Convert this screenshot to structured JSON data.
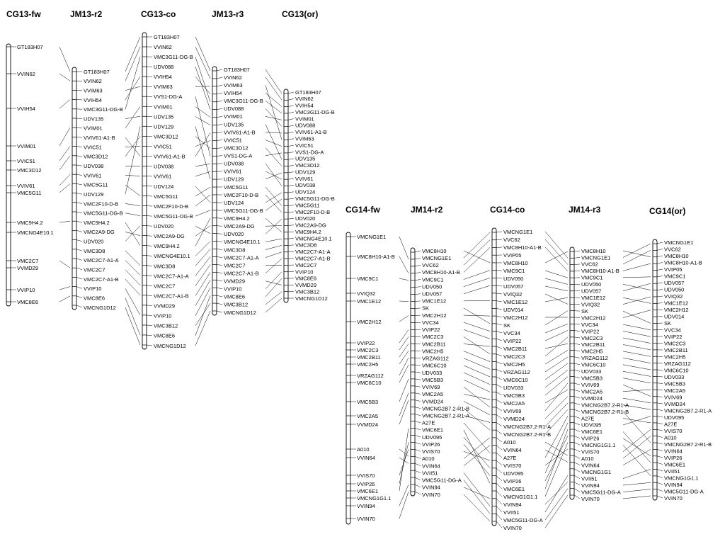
{
  "map": {
    "groups": [
      {
        "id": "lg13",
        "chromosomes": [
          {
            "title": "CG13-fw",
            "markers": [
              "GT183H07",
              "VVIN62",
              "VVIH54",
              "VVIM01",
              "VVIC51",
              "VMC3D12",
              "VVIV61",
              "VMC5G11",
              "VMC9H4.2",
              "VMCNG4E10.1",
              "VMC2C7",
              "VVMD29",
              "VVIP10",
              "VMC8E6"
            ]
          },
          {
            "title": "JM13-r2",
            "markers": [
              "GT183H07",
              "VVIN62",
              "VVIM63",
              "VVIH54",
              "VMC3G11-DG-B",
              "UDV135",
              "VVIM01",
              "VVIV61-A1-B",
              "VVIC51",
              "VMC3D12",
              "UDV038",
              "VVIV61",
              "VMC5G11",
              "UDV129",
              "VMC2F10-D-B",
              "VMC5G11-DG-B",
              "VMC9H4.2",
              "VMC2A9-DG",
              "UDV020",
              "VMC3D8",
              "VMC2C7-A1-A",
              "VMC2C7",
              "VMC2C7-A1-B",
              "VVIP10",
              "VMC8E6",
              "VMCNG1D12"
            ]
          },
          {
            "title": "CG13-co",
            "markers": [
              "GT183H07",
              "VVIN62",
              "VMC3G11-DG-B",
              "UDV088",
              "VVIH54",
              "VVIM63",
              "VVS1-DG-A",
              "VVIM01",
              "UDV135",
              "UDV129",
              "VMC3D12",
              "VVIC51",
              "VVIV61-A1-B",
              "UDV038",
              "VVIV61",
              "UDV124",
              "VMC5G11",
              "VMC2F10-D-B",
              "VMC5G11-DG-B",
              "UDV020",
              "VMC2A9-DG",
              "VMC9H4.2",
              "VMCNG4E10.1",
              "VMC3D8",
              "VMC2C7-A1-A",
              "VMC2C7",
              "VMC2C7-A1-B",
              "VVMD29",
              "VVIP10",
              "VMC3B12",
              "VMC8E6",
              "VMCNG1D12"
            ]
          },
          {
            "title": "JM13-r3",
            "markers": [
              "GT183H07",
              "VVIN62",
              "VVIM63",
              "VVIH54",
              "VMC3G11-DG-B",
              "UDV088",
              "VVIM01",
              "UDV135",
              "VVIV61-A1-B",
              "VVIC51",
              "VMC3D12",
              "VVS1-DG-A",
              "UDV038",
              "VVIV61",
              "UDV129",
              "VMC5G11",
              "VMC2F10-D-B",
              "UDV124",
              "VMC5G11-DG-B",
              "VMC9H4.2",
              "VMC2A9-DG",
              "UDV020",
              "VMCNG4E10.1",
              "VMC3D8",
              "VMC2C7-A1-A",
              "VMC2C7",
              "VMC2C7-A1-B",
              "VVMD29",
              "VVIP10",
              "VMC8E6",
              "VMC3B12",
              "VMCNG1D12"
            ]
          },
          {
            "title": "CG13(or)",
            "markers": [
              "GT183H07",
              "VVIN62",
              "VVIH54",
              "VMC3G11-DG-B",
              "VVIM01",
              "UDV088",
              "VVIV61-A1-B",
              "VVIM63",
              "VVIC51",
              "VVS1-DG-A",
              "UDV135",
              "VMC3D12",
              "UDV129",
              "VVIV61",
              "UDV038",
              "UDV124",
              "VMC5G11-DG-B",
              "VMC5G11",
              "VMC2F10-D-B",
              "UDV020",
              "VMC2A9-DG",
              "VMC9H4.2",
              "VMCNG4E10.1",
              "VMC3D8",
              "VMC2C7-A1-A",
              "VMC2C7-A1-B",
              "VMC2C7",
              "VVIP10",
              "VMC8E6",
              "VVMD29",
              "VMC3B12",
              "VMCNG1D12"
            ]
          }
        ]
      },
      {
        "id": "lg14",
        "chromosomes": [
          {
            "title": "CG14-fw",
            "markers": [
              "VMCNG1E1",
              "VMC8H10-A1-B",
              "VMC9C1",
              "VVIQ32",
              "VMC1E12",
              "VMC2H12",
              "VVIP22",
              "VMC2C3",
              "VMC2B11",
              "VMC2H5",
              "VRZAG112",
              "VMC6C10",
              "VMC5B3",
              "VMC2A5",
              "VVMD24",
              "A010",
              "VVIN64",
              "VVIS70",
              "VVIP26",
              "VMC6E1",
              "VMCNG1G1.1",
              "VVIN94",
              "VVIN70"
            ]
          },
          {
            "title": "JM14-r2",
            "markers": [
              "VMC8H10",
              "VMCNG1E1",
              "VVC62",
              "VMC8H10-A1-B",
              "VMC9C1",
              "UDV050",
              "UDV057",
              "VMC1E12",
              "SK",
              "VMC2H12",
              "VVC34",
              "VVIP22",
              "VMC2C3",
              "VMC2B11",
              "VMC2H5",
              "VRZAG112",
              "VMC6C10",
              "UDV033",
              "VMC5B3",
              "VVIV69",
              "VMC2A5",
              "VVMD24",
              "VMCNG2B7.2-R1-B",
              "VMCNG2B7.2-R1-A",
              "A27E",
              "VMC6E1",
              "UDV095",
              "VVIP26",
              "VVIS70",
              "A010",
              "VVIN64",
              "VVII51",
              "VMC5G11-DG-A",
              "VVIN94",
              "VVIN70"
            ]
          },
          {
            "title": "CG14-co",
            "markers": [
              "VMCNG1E1",
              "VVC62",
              "VMC8H10-A1-B",
              "VVIP05",
              "VMC8H10",
              "VMC9C1",
              "UDV050",
              "UDV057",
              "VVIQ32",
              "VMC1E12",
              "UDV014",
              "VMC2H12",
              "SK",
              "VVC34",
              "VVIP22",
              "VMC2B11",
              "VMC2C3",
              "VMC2H5",
              "VRZAG112",
              "VMC6C10",
              "UDV033",
              "VMC5B3",
              "VMC2A5",
              "VVIV69",
              "VVMD24",
              "VMCNG2B7.2-R1-A",
              "VMCNG2B7.2-R1-B",
              "A010",
              "VVIN64",
              "A27E",
              "VVIS70",
              "UDV095",
              "VVIP26",
              "VMC6E1",
              "VMCNG1G1.1",
              "VVIN94",
              "VVII51",
              "VMC5G11-DG-A",
              "VVIN70"
            ]
          },
          {
            "title": "JM14-r3",
            "markers": [
              "VMC8H10",
              "VMCNG1E1",
              "VVC62",
              "VMC8H10-A1-B",
              "VMC9C1",
              "UDV050",
              "UDV057",
              "VMC1E12",
              "VVIQ32",
              "SK",
              "VMC2H12",
              "VVC34",
              "VVIP22",
              "VMC2C3",
              "VMC2B11",
              "VMC2H5",
              "VRZAG112",
              "VMC6C10",
              "UDV033",
              "VMC5B3",
              "VVIV69",
              "VMC2A5",
              "VVMD24",
              "VMCNG2B7.2-R1-A",
              "VMCNG2B7.2-R1-B",
              "A27E",
              "UDV095",
              "VMC6E1",
              "VVIP26",
              "VMCNG1G1.1",
              "VVIS70",
              "A010",
              "VVIN64",
              "VMCNG1G1",
              "VVII51",
              "VVIN94",
              "VMC5G11-DG-A",
              "VVIN70"
            ]
          },
          {
            "title": "CG14(or)",
            "markers": [
              "VMCNG1E1",
              "VVC62",
              "VMC8H10",
              "VMC8H10-A1-B",
              "VVIP05",
              "VMC9C1",
              "UDV057",
              "UDV050",
              "VVIQ32",
              "VMC1E12",
              "VMC2H12",
              "UDV014",
              "SK",
              "VVC34",
              "VVIP22",
              "VMC2C3",
              "VMC2B11",
              "VMC2H5",
              "VRZAG112",
              "VMC6C10",
              "UDV033",
              "VMC5B3",
              "VMC2A5",
              "VVIV69",
              "VVMD24",
              "VMCNG2B7.2-R1-A",
              "UDV095",
              "A27E",
              "VVIS70",
              "A010",
              "VMCNG2B7.2-R1-B",
              "VVIN64",
              "VVIP26",
              "VMC6E1",
              "VVII51",
              "VMCNG1G1.1",
              "VVIN94",
              "VMC5G11-DG-A",
              "VVIN70"
            ]
          }
        ]
      }
    ]
  }
}
